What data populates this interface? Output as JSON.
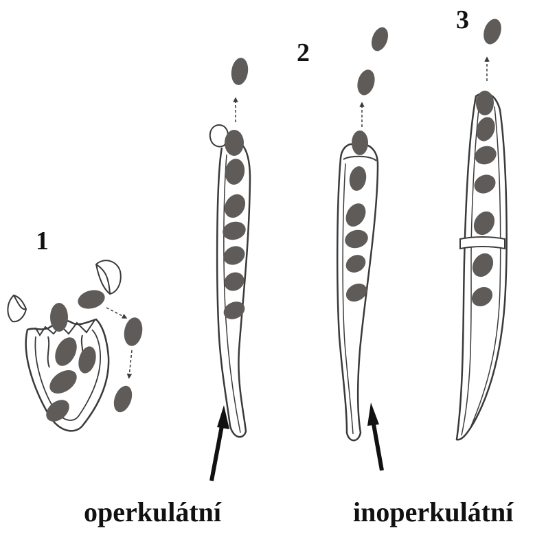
{
  "labels": {
    "n1": "1",
    "n2": "2",
    "n3": "3"
  },
  "captions": {
    "operculate": "operkulátní",
    "inoperculate": "inoperkulátní"
  },
  "colors": {
    "spore": "#5f5b58",
    "outline": "#3a3a3a",
    "background": "#ffffff"
  }
}
